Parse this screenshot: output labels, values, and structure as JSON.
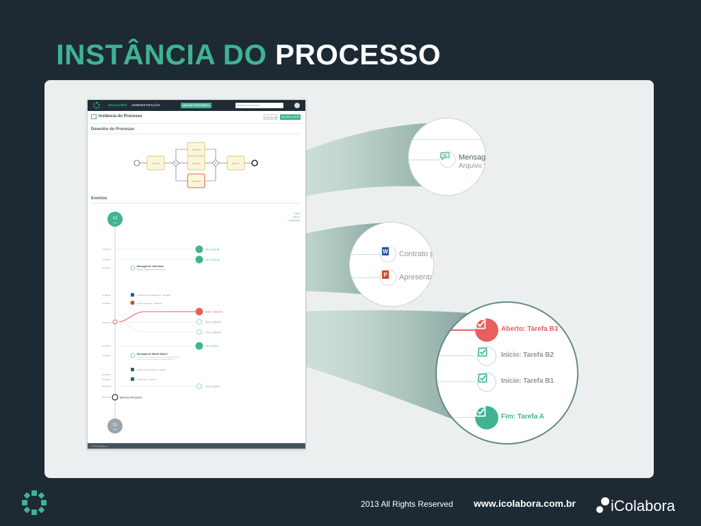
{
  "slide": {
    "title_green": "INSTÂNCIA DO",
    "title_white": "PROCESSO",
    "copyright": "2013 All Rights Reserved",
    "url": "www.icolabora.com.br",
    "brand": "iColabora"
  },
  "mockup": {
    "nav_solucoes": "SOLUÇÕES",
    "nav_administracao": "ADMINISTRAÇÃO",
    "start_button": "INICIAR PROCESSO",
    "search_placeholder": "Buscar processos",
    "page_title": "Instância do Processo",
    "btn_cancel": "CANCELAR",
    "btn_save": "SALVAR DADOS",
    "section_design": "Desenho do Processo",
    "section_events": "Eventos",
    "tasks": [
      "Tarefa A",
      "Tarefa B1",
      "Tarefa B2",
      "Tarefa B3",
      "Tarefa C"
    ],
    "date_top_day": "12",
    "date_top_month": "JUL",
    "date_bottom_day": "11",
    "date_bottom_month": "JUL",
    "filters": [
      "Fluxo",
      "Nativos",
      "Comentários"
    ],
    "event_times": [
      "10:15 pm",
      "10:05 pm",
      "10:00 pm",
      "11:30 am",
      "11:05 am",
      "11:00 am",
      "10:30 am",
      "10:25 am",
      "09:30 am",
      "09:25 am",
      "09:15 am",
      "09:00 am"
    ],
    "events": [
      {
        "text": "Fim: Tarefa B1"
      },
      {
        "text": "Fim: Tarefa B2"
      },
      {
        "text": "Mensagem de João Paulo"
      },
      {
        "text": "Arquivo: Relação de Produtos.xls"
      },
      {
        "text": "Contrato para avaliação.doc - Tarefa B1"
      },
      {
        "text": "Apresentação.ppt - Tarefa B1"
      },
      {
        "text": "Aberto: Tarefa B3"
      },
      {
        "text": "Início: Tarefa B2"
      },
      {
        "text": "Início: Tarefa B1"
      },
      {
        "text": "Fim: Tarefa A"
      },
      {
        "text": "Mensagem de Marcia Tavares"
      },
      {
        "text": "Relação de Produtos.xls - Tarefa A"
      },
      {
        "text": "Cotação.xls - Tarefa A"
      },
      {
        "text": "Início: Tarefa A"
      },
      {
        "text": "INÍCIO DO PROCESSO"
      }
    ],
    "footer": "© 2013 iColabora"
  },
  "zoom1": {
    "title": "Mensagem",
    "subtitle": "Arquivo \"R",
    "icon": "message-icon"
  },
  "zoom2": {
    "item1": "Contrato pa",
    "item2": "Apresentaç",
    "icon1": "word-doc-icon",
    "icon2": "powerpoint-icon"
  },
  "zoom3": {
    "items": [
      {
        "state": "Aberto:",
        "task": "Tarefa B3",
        "color": "#e85f5c"
      },
      {
        "state": "Início:",
        "task": "Tarefa B2",
        "color": "#8a969b"
      },
      {
        "state": "Início:",
        "task": "Tarefa B1",
        "color": "#8a969b"
      },
      {
        "state": "Fim:",
        "task": "Tarefa A",
        "color": "#3fb393"
      }
    ]
  },
  "colors": {
    "accent": "#3fb393",
    "alert": "#e85f5c",
    "background": "#1d2a33"
  }
}
